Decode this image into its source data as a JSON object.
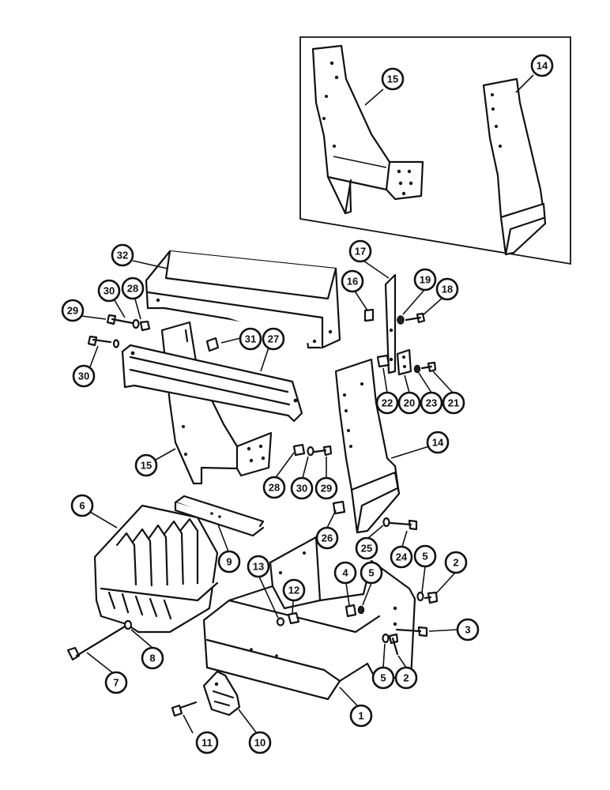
{
  "callouts": {
    "c1": "1",
    "c2a": "2",
    "c2b": "2",
    "c3": "3",
    "c4": "4",
    "c5a": "5",
    "c5b": "5",
    "c5c": "5",
    "c6": "6",
    "c7": "7",
    "c8": "8",
    "c9": "9",
    "c10": "10",
    "c11": "11",
    "c12": "12",
    "c13": "13",
    "c14a": "14",
    "c14b": "14",
    "c15a": "15",
    "c15b": "15",
    "c16": "16",
    "c17": "17",
    "c18": "18",
    "c19": "19",
    "c20": "20",
    "c21": "21",
    "c22": "22",
    "c23": "23",
    "c24": "24",
    "c25": "25",
    "c26": "26",
    "c27": "27",
    "c28a": "28",
    "c28b": "28",
    "c29a": "29",
    "c29b": "29",
    "c30a": "30",
    "c30b": "30",
    "c30c": "30",
    "c31": "31",
    "c32": "32"
  }
}
